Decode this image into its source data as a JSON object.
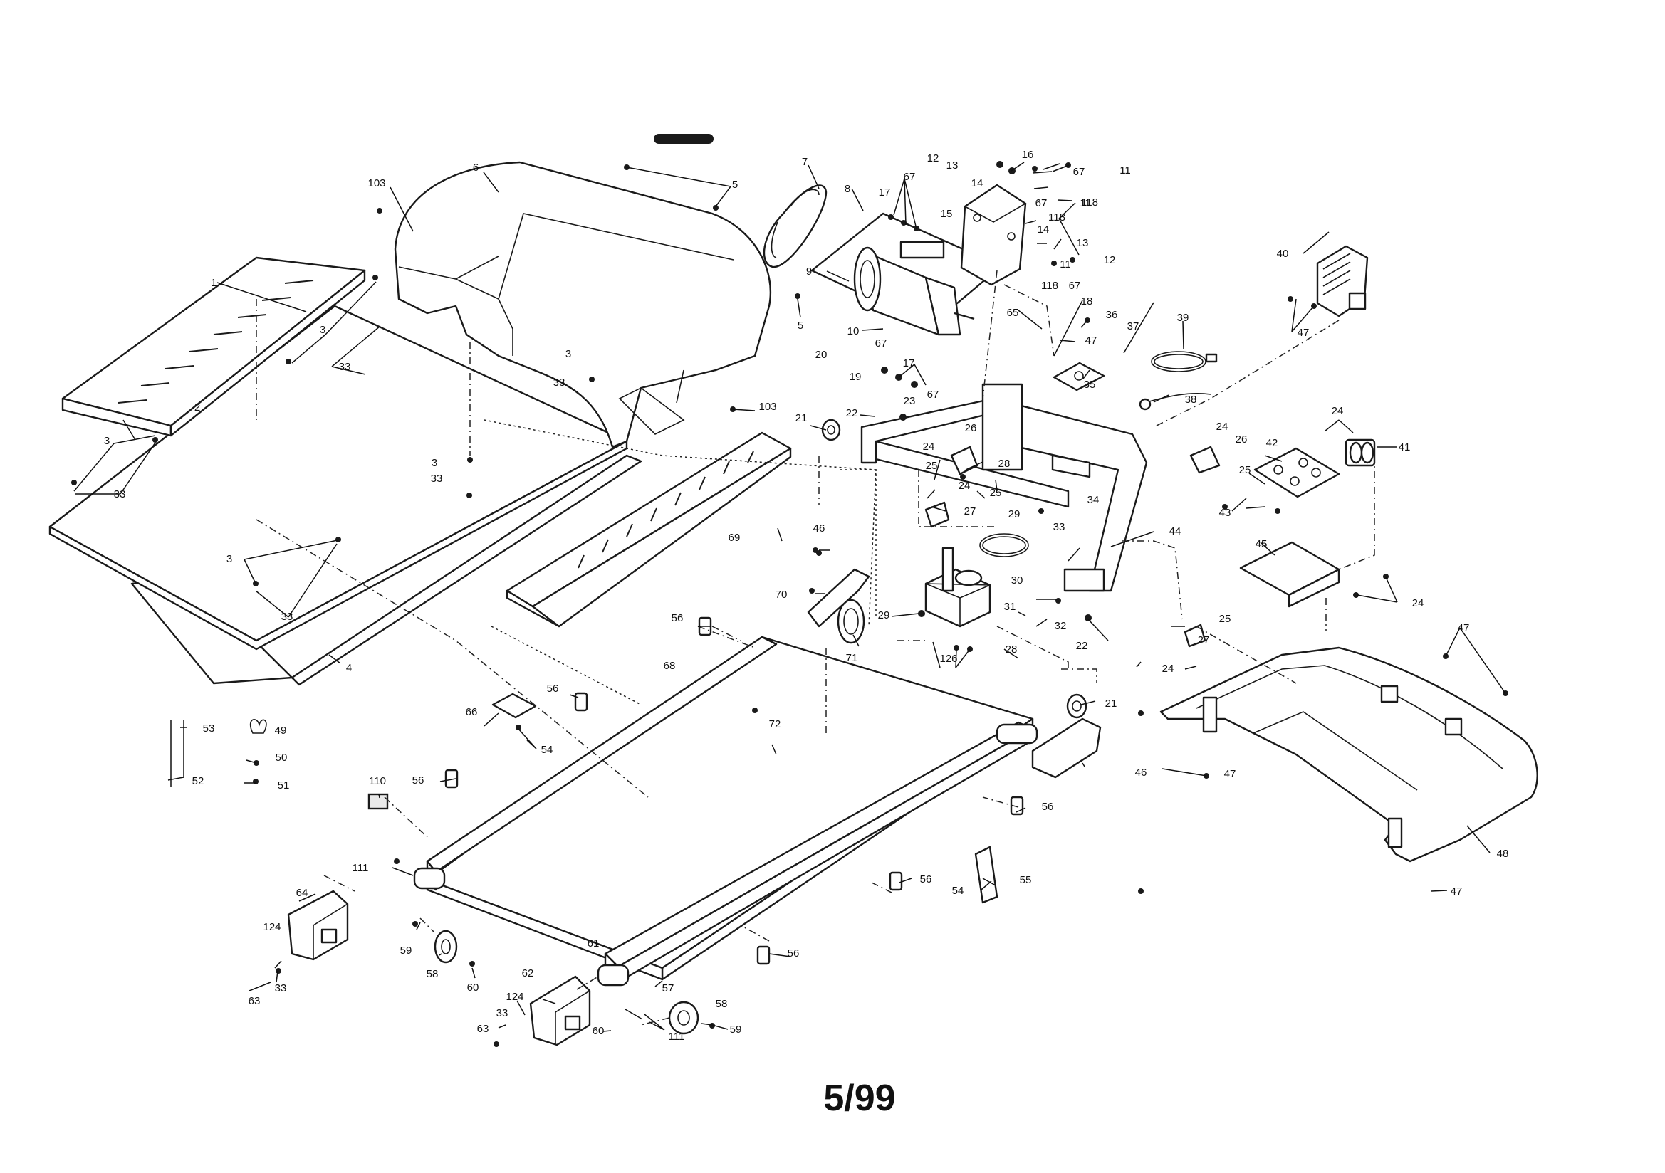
{
  "page": {
    "footer_date": "5/99"
  },
  "callouts": [
    "1",
    "2",
    "3",
    "4",
    "5",
    "6",
    "7",
    "8",
    "9",
    "10",
    "11",
    "12",
    "13",
    "14",
    "15",
    "16",
    "17",
    "18",
    "19",
    "20",
    "21",
    "22",
    "23",
    "24",
    "25",
    "26",
    "27",
    "28",
    "29",
    "30",
    "31",
    "32",
    "33",
    "34",
    "35",
    "36",
    "37",
    "38",
    "39",
    "40",
    "41",
    "42",
    "43",
    "44",
    "45",
    "46",
    "47",
    "48",
    "49",
    "50",
    "51",
    "52",
    "53",
    "54",
    "55",
    "56",
    "57",
    "58",
    "59",
    "60",
    "61",
    "62",
    "63",
    "64",
    "65",
    "66",
    "67",
    "68",
    "69",
    "70",
    "71",
    "72",
    "103",
    "110",
    "111",
    "118",
    "124",
    "126"
  ]
}
